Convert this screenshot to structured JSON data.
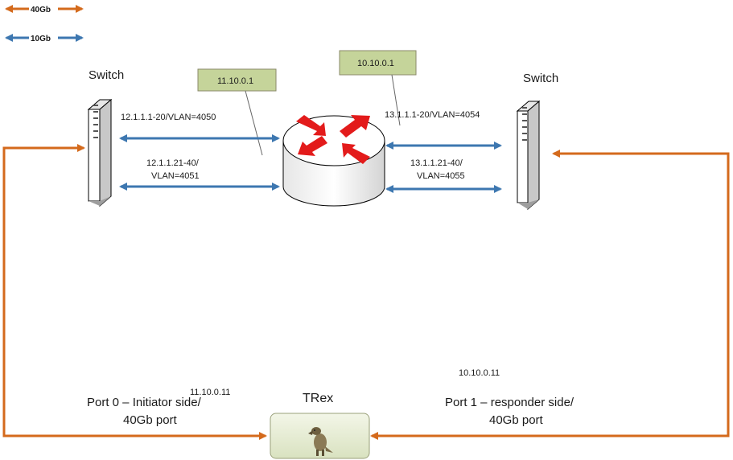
{
  "legend": [
    {
      "label": "40Gb",
      "color": "#d46a1c"
    },
    {
      "label": "10Gb",
      "color": "#3d77b0"
    }
  ],
  "switch_left": {
    "title": "Switch"
  },
  "switch_right": {
    "title": "Switch"
  },
  "router_notes": {
    "left": "11.10.0.1",
    "right": "10.10.0.1"
  },
  "links": {
    "left_top": "12.1.1.1-20/VLAN=4050",
    "left_bottom_line1": "12.1.1.21-40/",
    "left_bottom_line2": "VLAN=4051",
    "right_top": "13.1.1.1-20/VLAN=4054",
    "right_bottom_line1": "13.1.1.21-40/",
    "right_bottom_line2": "VLAN=4055"
  },
  "trex": {
    "title": "TRex",
    "ip_port0": "11.10.0.11",
    "ip_port1": "10.10.0.11",
    "port0_line1": "Port 0 – Initiator side/",
    "port0_line2": "40Gb port",
    "port1_line1": "Port 1 – responder side/",
    "port1_line2": "40Gb port"
  },
  "colors": {
    "orange": "#d46a1c",
    "blue": "#3d77b0",
    "note_fill": "#c5d49a",
    "router_red": "#e31b1b"
  }
}
